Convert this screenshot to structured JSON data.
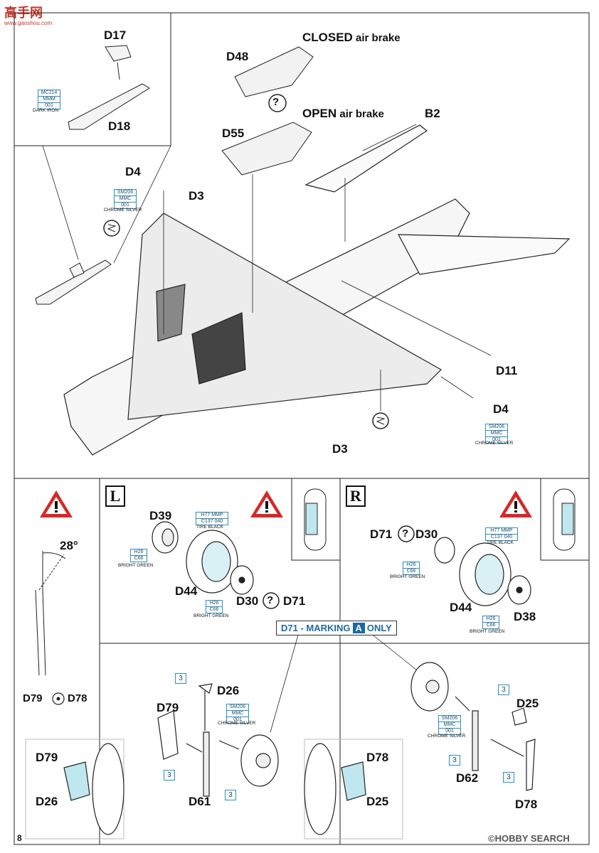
{
  "header": {
    "logo_text": "高手网",
    "logo_url": "www.gaoshou.com"
  },
  "top": {
    "labels": {
      "d17": "D17",
      "d18": "D18",
      "d48": "D48",
      "d55": "D55",
      "closed_word": "CLOSED",
      "closed_rest": " air brake",
      "open_word": "OPEN",
      "open_rest": " air brake",
      "b2": "B2",
      "d4a": "D4",
      "d4b": "D4",
      "d3a": "D3",
      "d3b": "D3",
      "d11": "D11",
      "q1": "?"
    },
    "color_d18": {
      "c1": "MC214",
      "c2": "MMM",
      "c3": "001",
      "name": "DARK IRON"
    },
    "color_d4a": {
      "c1": "SM206",
      "c2": "MMC",
      "c3": "001",
      "name": "CHROME SILVER"
    },
    "color_d4b": {
      "c1": "SM206",
      "c2": "MMC",
      "c3": "001",
      "name": "CHROME SILVER"
    }
  },
  "left_panel": {
    "angle": "28°",
    "d79": "D79",
    "d78": "D78",
    "d79b": "D79",
    "d26": "D26",
    "d78b": "D78",
    "d25": "D25"
  },
  "l_panel": {
    "side": "L",
    "d39": "D39",
    "d44": "D44",
    "d30": "D30",
    "d71": "D71",
    "q": "?",
    "tire_color": {
      "c1": "H77",
      "c2": "MMP",
      "c3": "C137",
      "c4": "040",
      "name": "TIRE BLACK"
    },
    "green1": {
      "c1": "H26",
      "c2": "C66",
      "name": "BRIGHT GREEN"
    },
    "green2": {
      "c1": "H26",
      "c2": "C66",
      "name": "BRIGHT GREEN"
    }
  },
  "r_panel": {
    "side": "R",
    "d71": "D71",
    "d30": "D30",
    "d44": "D44",
    "d38": "D38",
    "q": "?",
    "tire_color": {
      "c1": "H77",
      "c2": "MMP",
      "c3": "C137",
      "c4": "040",
      "name": "TIRE BLACK"
    },
    "green1": {
      "c1": "H26",
      "c2": "C66",
      "name": "BRIGHT GREEN"
    },
    "green2": {
      "c1": "H26",
      "c2": "C66",
      "name": "BRIGHT GREEN"
    }
  },
  "marking": {
    "prefix": "D71 - MARKING",
    "letter": "A",
    "suffix": "ONLY"
  },
  "bottom_mid": {
    "d26": "D26",
    "d79": "D79",
    "d61": "D61",
    "n1": "3",
    "n2": "3",
    "n3": "3",
    "color": {
      "c1": "SM206",
      "c2": "MMC",
      "c3": "001",
      "name": "CHROME SILVER"
    }
  },
  "bottom_right": {
    "d25": "D25",
    "d62": "D62",
    "d78": "D78",
    "n1": "3",
    "n2": "3",
    "n3": "3",
    "color": {
      "c1": "SM206",
      "c2": "MMC",
      "c3": "001",
      "name": "CHROME SILVER"
    }
  },
  "footer": {
    "page": "8",
    "brand": "©HOBBY SEARCH"
  }
}
